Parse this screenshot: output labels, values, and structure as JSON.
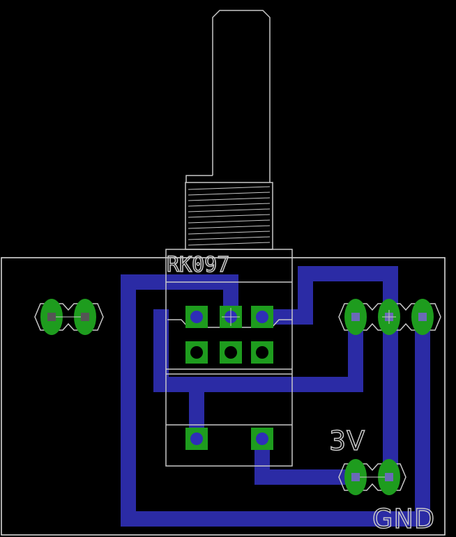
{
  "board": {
    "component_label": "RK097",
    "label_3v": "3V",
    "label_gnd": "GND"
  },
  "colors": {
    "background": "#000000",
    "trace": "#2b2ba5",
    "pad": "#1e9c1e",
    "silkscreen": "#c8c8c8",
    "outline": "#e6e6e6",
    "drill": "#000000",
    "via_center": "#2e2eb8"
  },
  "icons": [
    "potentiometer-footprint",
    "header-pad",
    "via"
  ]
}
